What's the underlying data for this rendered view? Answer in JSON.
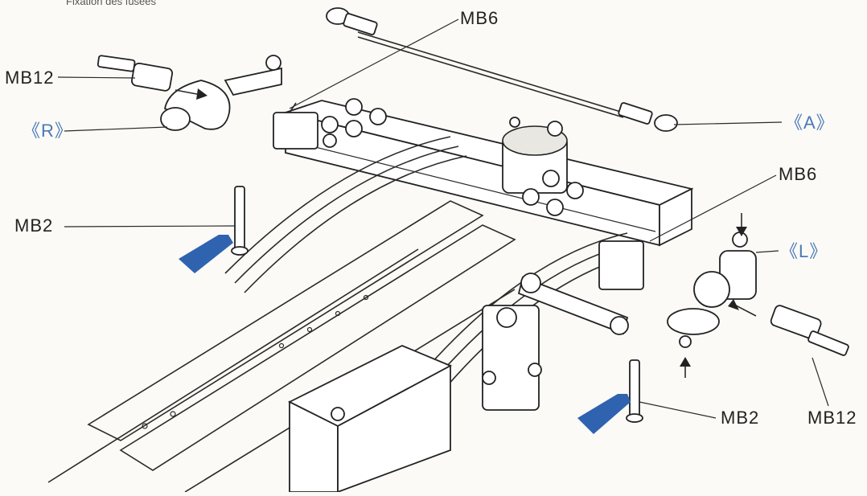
{
  "caption": "Fixation des fusées",
  "labels": {
    "mb12_top": "MB12",
    "mb6_top": "MB6",
    "r": "《R》",
    "a": "《A》",
    "mb6_right": "MB6",
    "mb2_left": "MB2",
    "l": "《L》",
    "mb2_bottom": "MB2",
    "mb12_bottom": "MB12"
  },
  "colors": {
    "accent_blue": "#4a79b8",
    "glue_tube": "#2f63b0",
    "line": "#2a2a2a",
    "paper": "#fbfaf6"
  }
}
